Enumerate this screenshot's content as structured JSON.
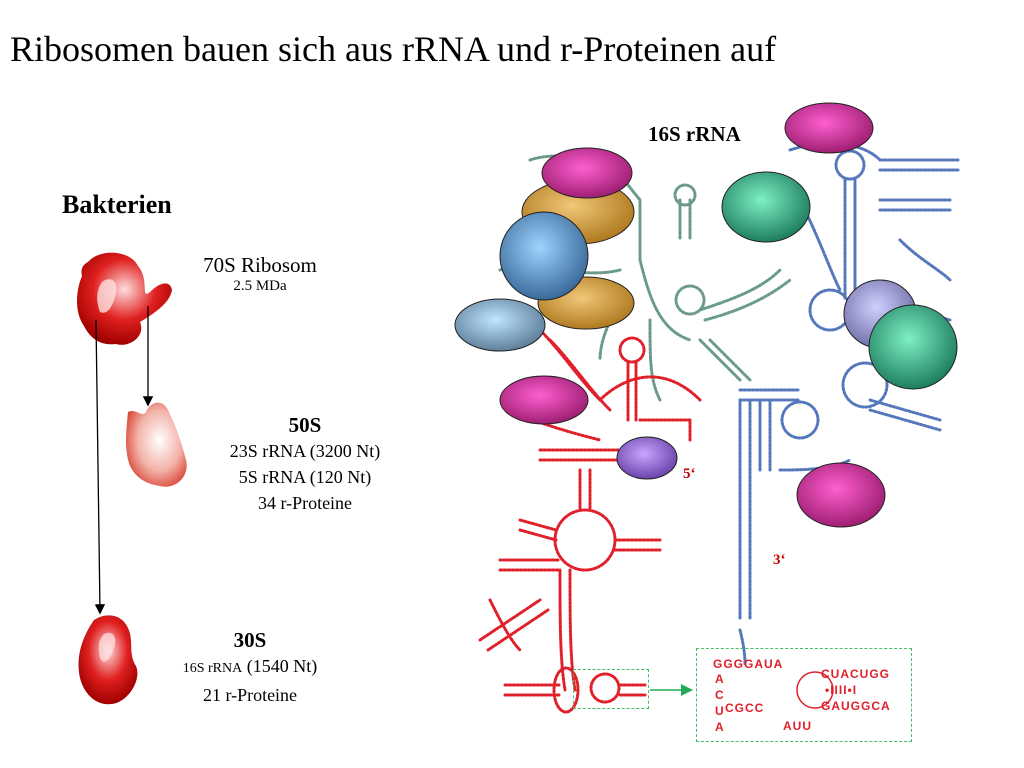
{
  "title": "Ribosomen bauen sich aus rRNA und r-Proteinen auf",
  "section": "Bakterien",
  "ribosome70": {
    "name": "70S Ribosom",
    "mass": "2.5 MDa"
  },
  "subunit50": {
    "name": "50S",
    "lines": [
      "23S rRNA (3200 Nt)",
      "5S rRNA (120 Nt)",
      "34 r-Proteine"
    ]
  },
  "subunit30": {
    "name": "30S",
    "rrna_prefix": "16S rRNA",
    "rrna_len": "(1540 Nt)",
    "proteins": "21 r-Proteine"
  },
  "rna16_label": "16S rRNA",
  "end5": "5‘",
  "end3": "3‘",
  "detail_sequence": {
    "top_left": "GGGGAUA",
    "top_right": "CUACUGG",
    "bottom_left": "CGCC",
    "bottom_right": "GAUGGCA",
    "loop_bottom": "AUU",
    "pairs_right": "•IIII•I",
    "left_col": "ACUA"
  },
  "colors": {
    "rna_red": "#e0202a",
    "rna_blue": "#5577bb",
    "rna_green": "#6a9a8a",
    "protein_magenta": "#cc3399",
    "protein_gold": "#d4a040",
    "protein_blue": "#5588bb",
    "protein_teal": "#2e9e7a",
    "protein_lavender": "#9a9acc",
    "protein_purple": "#8866cc",
    "arrow_green": "#22aa55"
  }
}
